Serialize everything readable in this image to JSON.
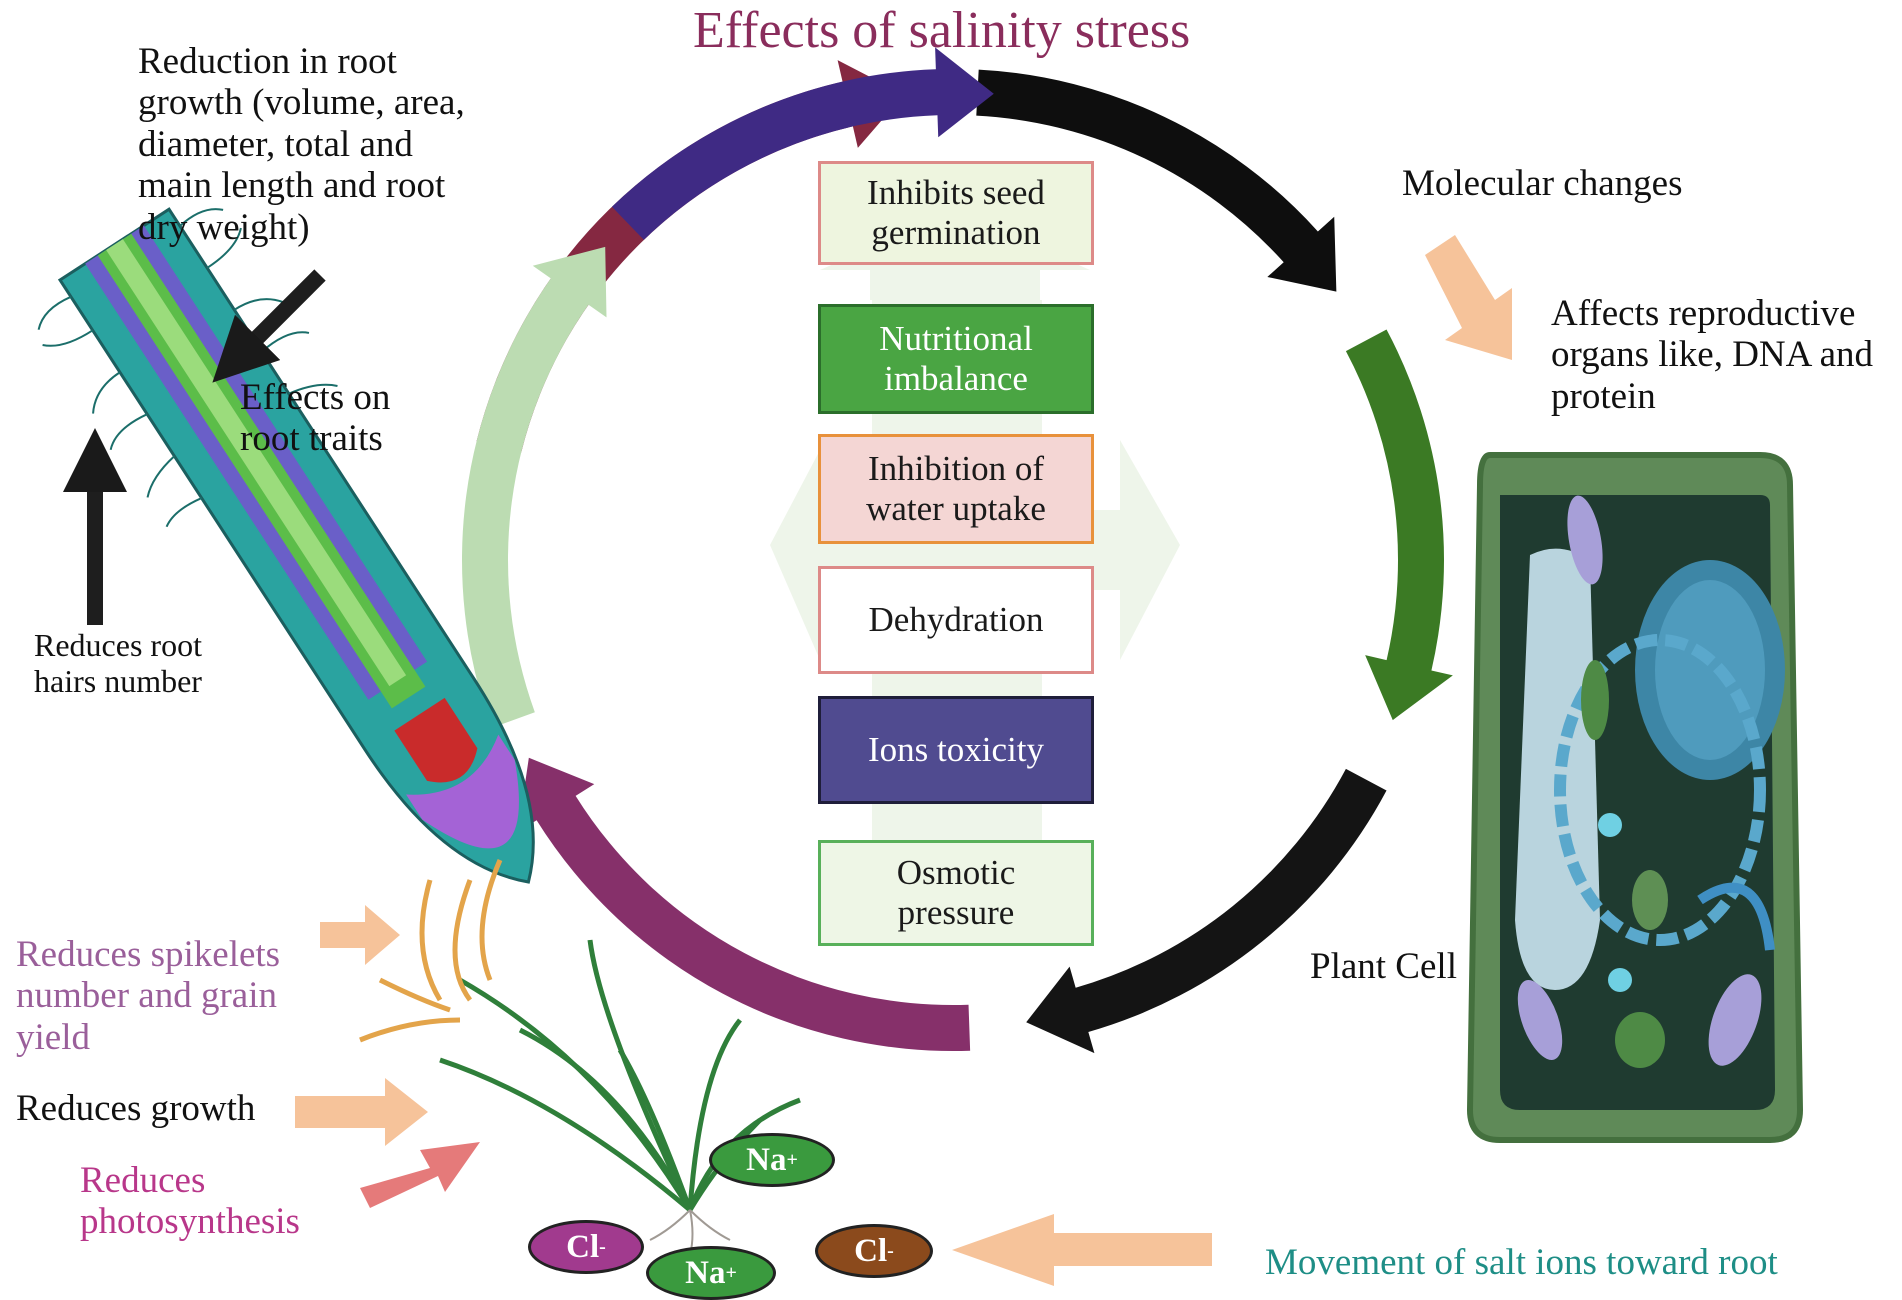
{
  "title": "Effects  of salinity stress",
  "labels": {
    "root_reduction": [
      "Reduction in root",
      "growth (volume, area,",
      "diameter, total and",
      "main length and root",
      "dry weight)"
    ],
    "root_traits": [
      "Effects on",
      "root traits"
    ],
    "root_hairs": [
      "Reduces root",
      "hairs number"
    ],
    "molecular_changes": "Molecular changes",
    "reproductive": [
      "Affects reproductive",
      "organs like, DNA and",
      "protein"
    ],
    "plant_cell": "Plant Cell",
    "spikelets": [
      "Reduces spikelets",
      "number and grain",
      "yield"
    ],
    "growth": "Reduces growth",
    "photosynthesis": [
      "Reduces",
      "photosynthesis"
    ],
    "salt_movement": "Movement of salt ions toward root"
  },
  "boxes": {
    "seed": [
      "Inhibits seed",
      "germination"
    ],
    "nutritional": [
      "Nutritional",
      "imbalance"
    ],
    "water": [
      "Inhibition of",
      "water uptake"
    ],
    "dehydration": "Dehydration",
    "ions": "Ions toxicity",
    "osmotic": [
      "Osmotic",
      "pressure"
    ]
  },
  "ions": [
    {
      "symbol": "Na",
      "charge": "+",
      "color": "#3a9a3e"
    },
    {
      "symbol": "Cl",
      "charge": "-",
      "color": "#a13a8e"
    },
    {
      "symbol": "Na",
      "charge": "+",
      "color": "#3a9a3e"
    },
    {
      "symbol": "Cl",
      "charge": "-",
      "color": "#8b4a1c"
    }
  ],
  "colors": {
    "title": "#8a2d5c",
    "cycle": [
      "#852841",
      "#0e0e0e",
      "#3b7a24",
      "#141414",
      "#86306a",
      "#bcdcb2",
      "#3f2a84"
    ],
    "peach_arrow": "#f6c39a",
    "salt_text": "#1e8e86"
  },
  "icons": [
    "root-tip-illustration",
    "plant-cell-illustration",
    "rice-plant-illustration"
  ]
}
